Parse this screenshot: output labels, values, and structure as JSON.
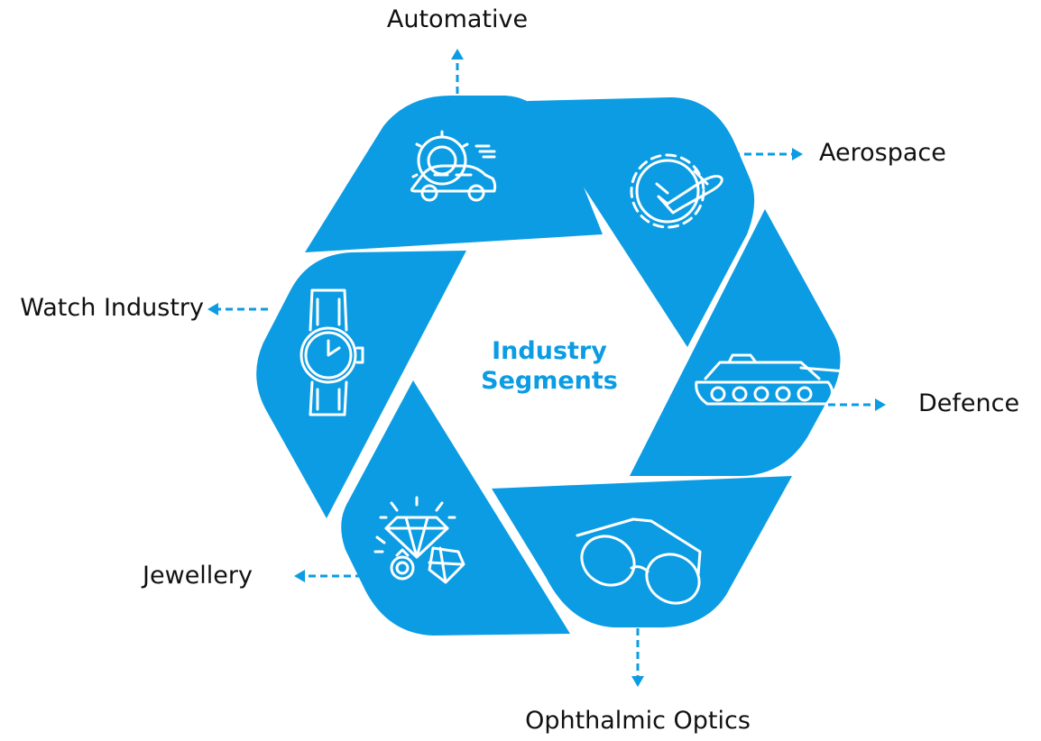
{
  "diagram": {
    "center_title_line1": "Industry",
    "center_title_line2": "Segments",
    "segments": [
      {
        "label": "Automative",
        "icon": "car-gear-icon"
      },
      {
        "label": "Aerospace",
        "icon": "plane-gear-icon"
      },
      {
        "label": "Defence",
        "icon": "tank-icon"
      },
      {
        "label": "Ophthalmic Optics",
        "icon": "eyeglasses-icon"
      },
      {
        "label": "Jewellery",
        "icon": "diamond-ring-icon"
      },
      {
        "label": "Watch Industry",
        "icon": "wristwatch-icon"
      }
    ]
  },
  "colors": {
    "segment_fill": "#0B9CE3",
    "center_text": "#0B9CE3",
    "label_text": "#111111",
    "connector": "#0B9CE3"
  }
}
